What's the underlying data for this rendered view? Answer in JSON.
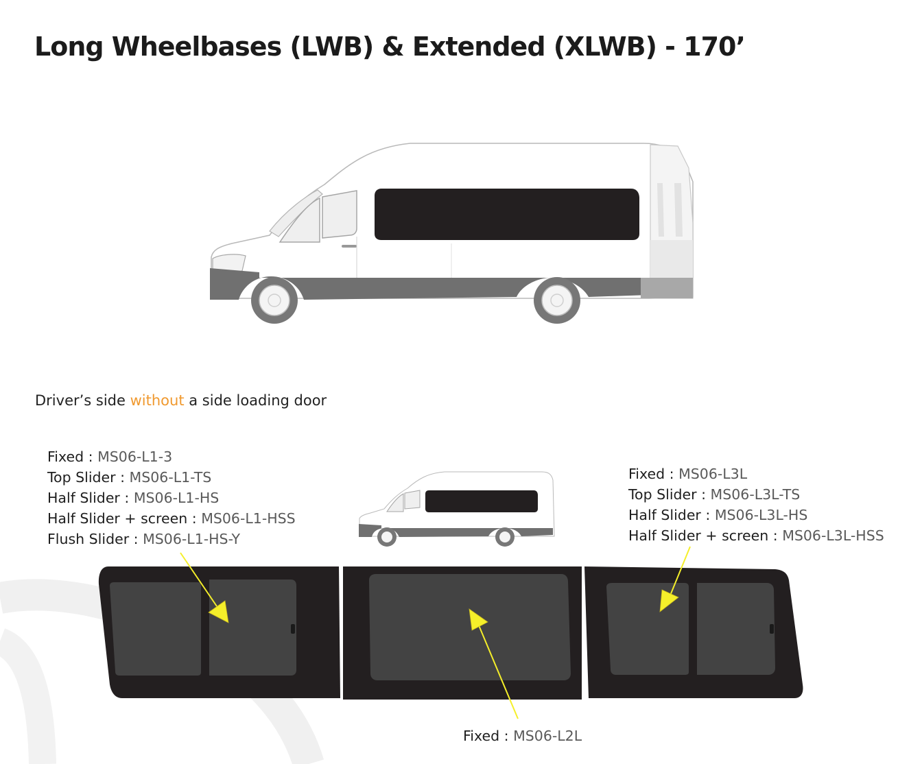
{
  "title": "Long Wheelbases (LWB) & Extended (XLWB)  - 170’",
  "subtitle": {
    "before": "Driver’s side ",
    "accent": "without",
    "after": " a side loading door"
  },
  "colors": {
    "accent": "#f0992f",
    "window_frame": "#231f20",
    "glass": "#434343",
    "arrow": "#f5ef2a",
    "code_text": "#595959"
  },
  "rear_window_options": [
    {
      "type": "Fixed",
      "sep": " : ",
      "code": "MS06-L1-3"
    },
    {
      "type": "Top Slider",
      "sep": " : ",
      "code": "MS06-L1-TS"
    },
    {
      "type": "Half Slider",
      "sep": " : ",
      "code": "MS06-L1-HS"
    },
    {
      "type": "Half Slider + screen",
      "sep": " : ",
      "code": "MS06-L1-HSS"
    },
    {
      "type": "Flush Slider",
      "sep": " : ",
      "code": "MS06-L1-HS-Y"
    }
  ],
  "front_window_options": [
    {
      "type": "Fixed",
      "sep": " : ",
      "code": "MS06-L3L"
    },
    {
      "type": "Top Slider",
      "sep": " : ",
      "code": "MS06-L3L-TS"
    },
    {
      "type": "Half Slider",
      "sep": " : ",
      "code": "MS06-L3L-HS"
    },
    {
      "type": "Half Slider + screen",
      "sep": " : ",
      "code": "MS06-L3L-HSS"
    }
  ],
  "middle_window_options": [
    {
      "type": "Fixed",
      "sep": " : ",
      "code": "MS06-L2L"
    }
  ]
}
